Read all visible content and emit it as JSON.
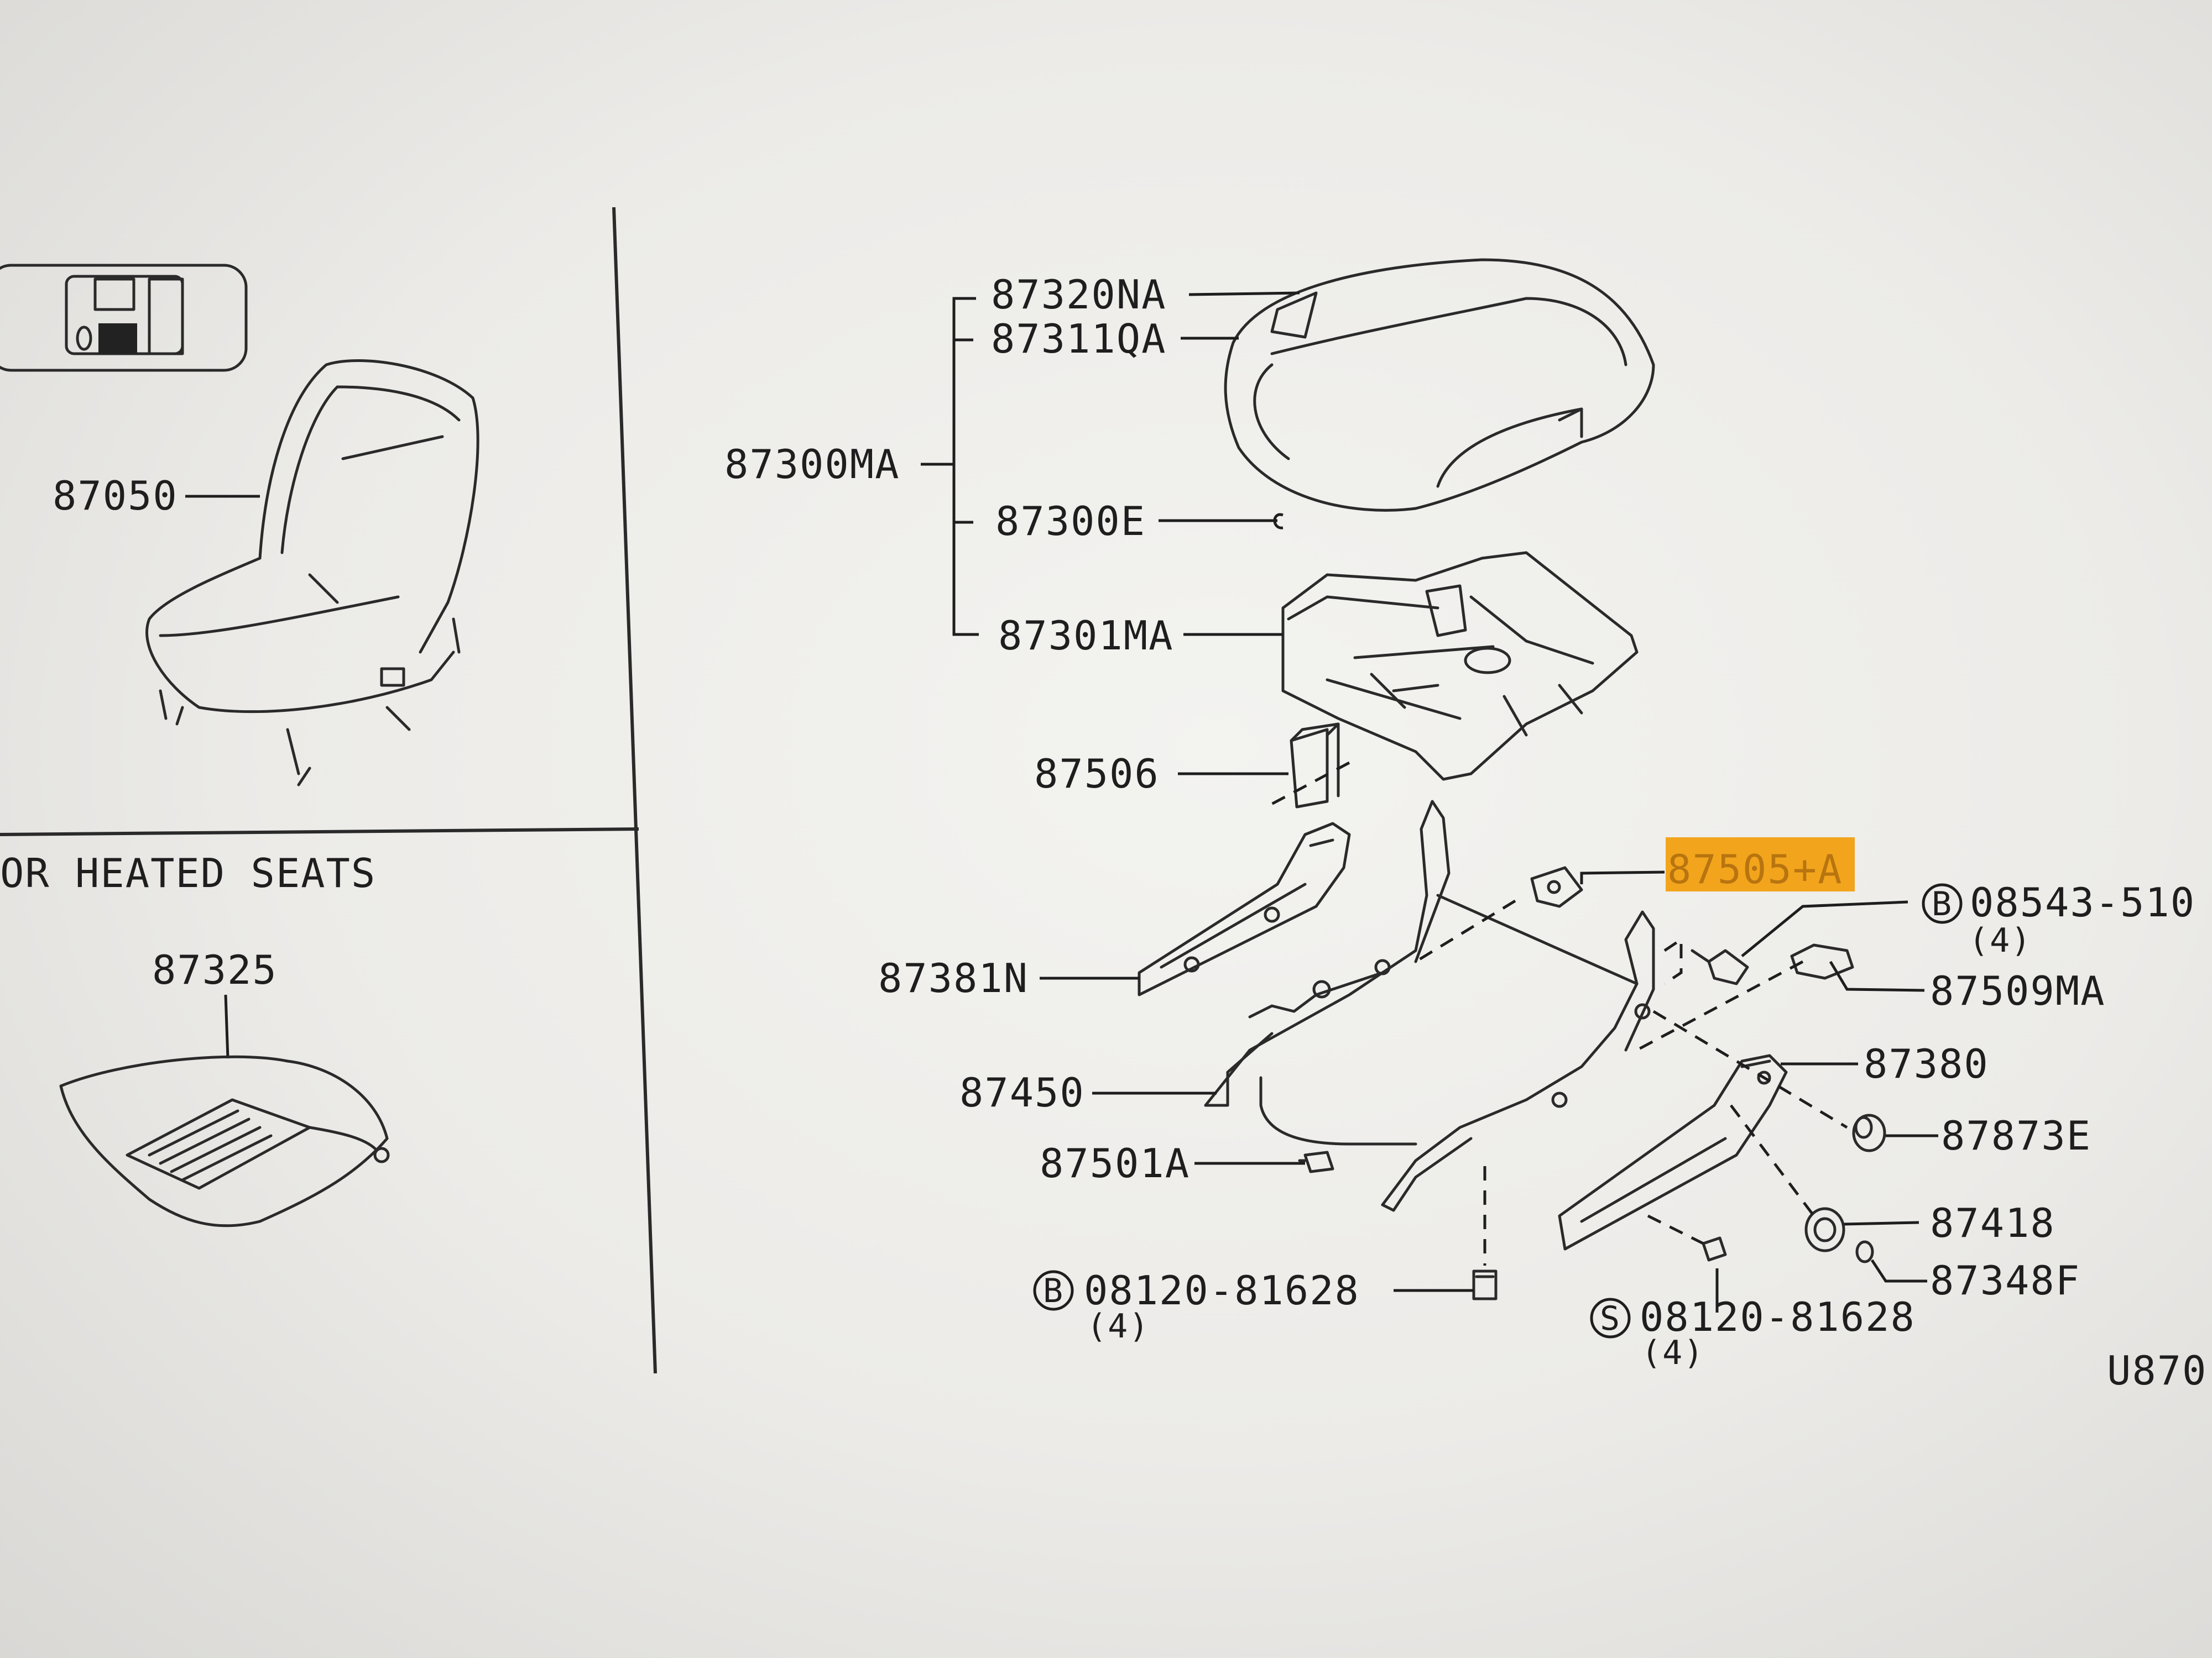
{
  "left_panel": {
    "seat_assembly": "87050",
    "section_heading": "OR HEATED SEATS",
    "heater_unit": "87325"
  },
  "callouts": {
    "c87320NA": "87320NA",
    "c87311QA": "87311QA",
    "c87300MA": "87300MA",
    "c87300E": "87300E",
    "c87301MA": "87301MA",
    "c87506": "87506",
    "c87505A": "87505+A",
    "c08543": "08543-510",
    "c08543_marker": "B",
    "c08543_qty": "(4)",
    "c87509MA": "87509MA",
    "c87381N": "87381N",
    "c87380": "87380",
    "c87450": "87450",
    "c87873E": "87873E",
    "c87501A": "87501A",
    "c87418": "87418",
    "c87348F": "87348F",
    "c08120a": "08120-81628",
    "c08120a_marker": "B",
    "c08120a_qty": "(4)",
    "c08120b": "08120-81628",
    "c08120b_marker": "S",
    "c08120b_qty": "(4)"
  },
  "figure_code": "U870",
  "colors": {
    "highlight": "#f2a51c",
    "line": "#1e1e1e",
    "background": "#ecebe8"
  }
}
